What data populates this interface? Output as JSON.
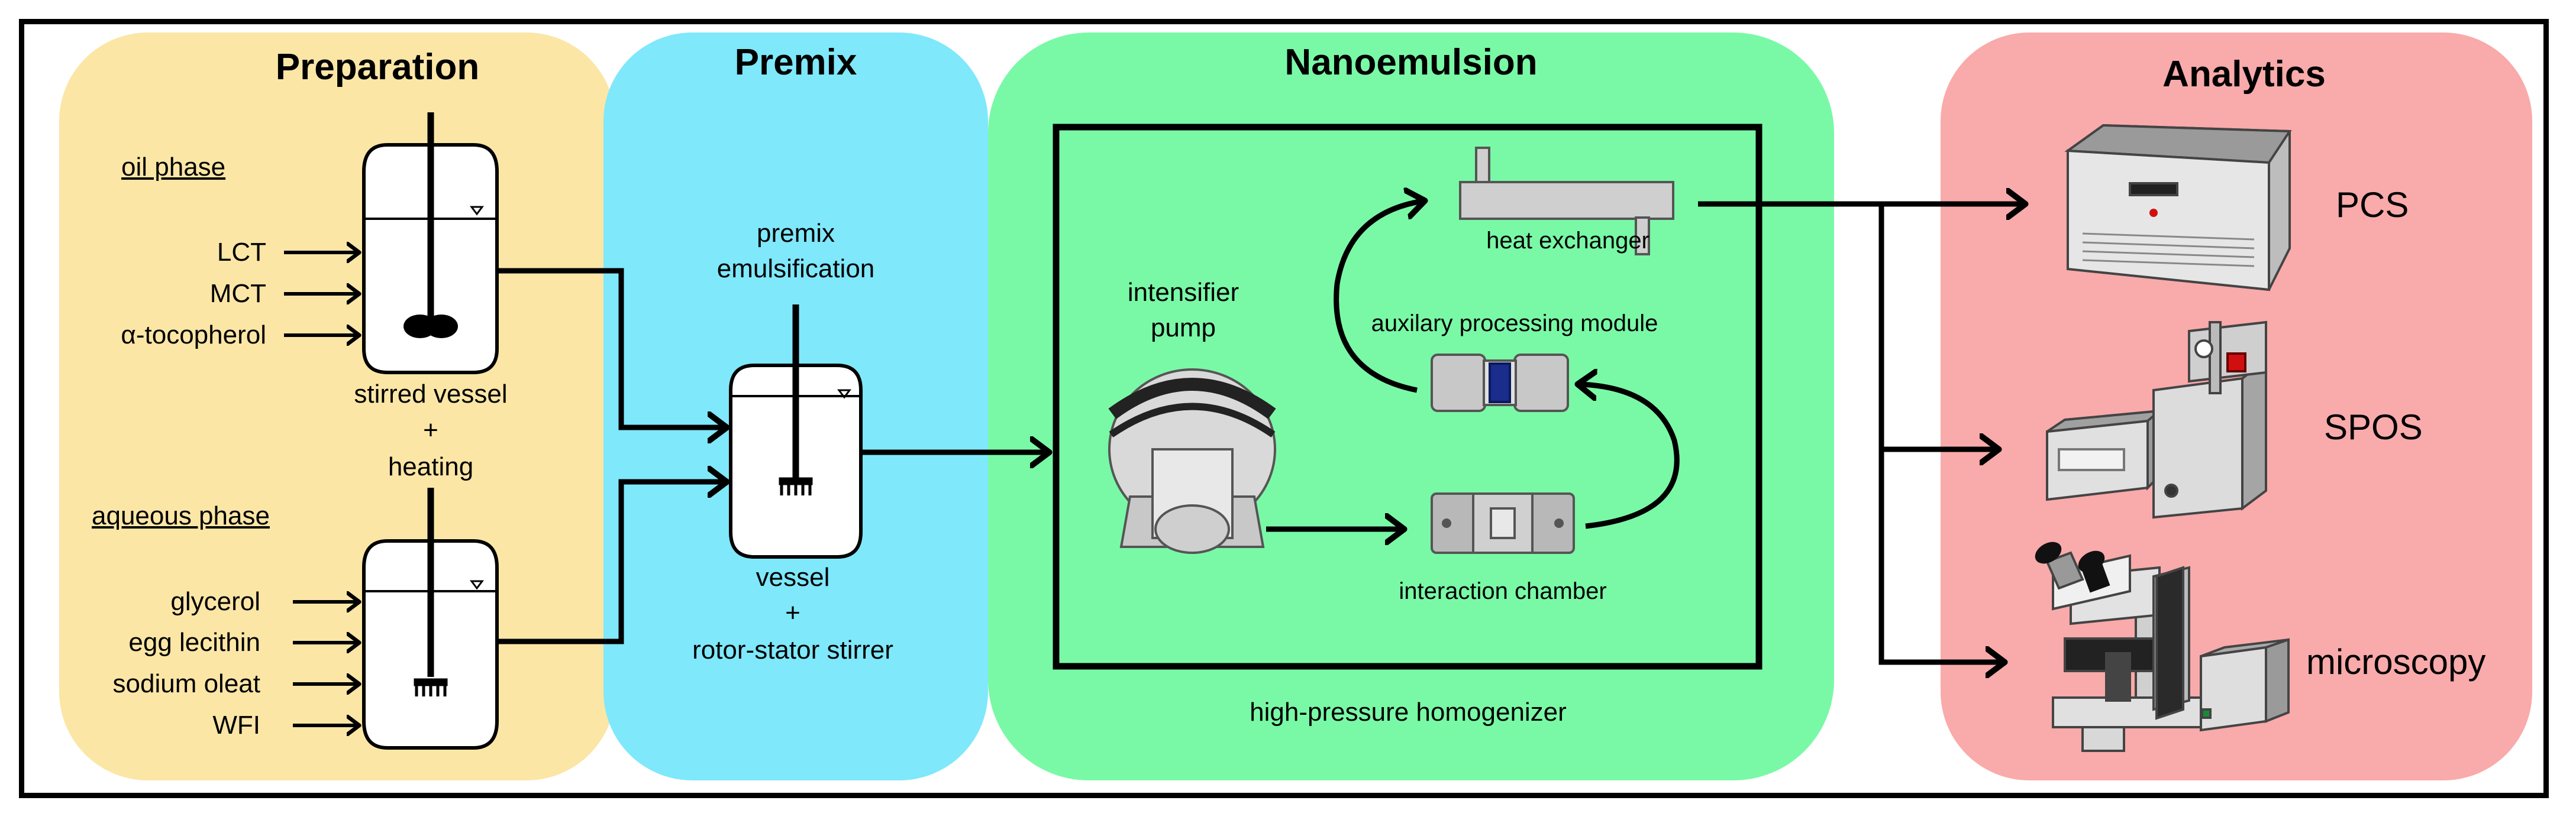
{
  "panels": {
    "preparation": {
      "title": "Preparation",
      "oil_phase": "oil phase",
      "oil_inputs": [
        "LCT",
        "MCT",
        "α-tocopherol"
      ],
      "stirred_vessel": "stirred vessel",
      "plus": "+",
      "heating": "heating",
      "aqueous_phase": "aqueous phase",
      "aqueous_inputs": [
        "glycerol",
        "egg lecithin",
        "sodium oleat",
        "WFI"
      ]
    },
    "premix": {
      "title": "Premix",
      "premix": "premix",
      "emulsification": "emulsification",
      "vessel": "vessel",
      "plus": "+",
      "stirrer": "rotor-stator stirrer"
    },
    "nanoemulsion": {
      "title": "Nanoemulsion",
      "intensifier": "intensifier",
      "pump": "pump",
      "heat_exchanger": "heat exchanger",
      "auxiliary_module": "auxilary processing module",
      "interaction_chamber": "interaction chamber",
      "homogenizer": "high-pressure homogenizer"
    },
    "analytics": {
      "title": "Analytics",
      "pcs": "PCS",
      "spos": "SPOS",
      "microscopy": "microscopy"
    }
  },
  "colors": {
    "preparation": "#fbe6a6",
    "premix": "#7fe8fb",
    "nanoemulsion": "#79f9a6",
    "analytics": "#f9aaaa"
  }
}
